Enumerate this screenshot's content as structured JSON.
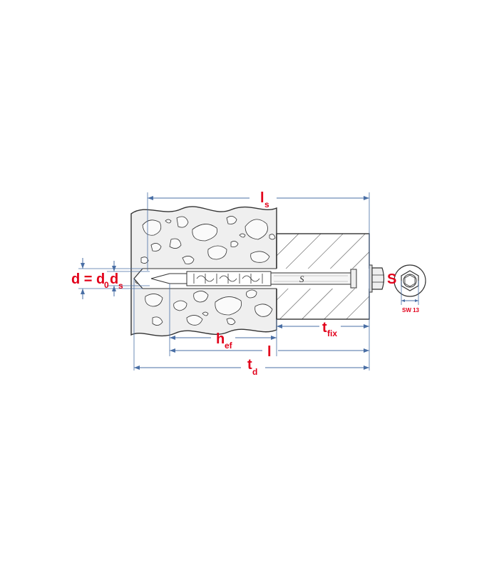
{
  "labels": {
    "ls": {
      "main": "l",
      "sub": "s"
    },
    "hef": {
      "main": "h",
      "sub": "ef"
    },
    "l": {
      "main": "l"
    },
    "td": {
      "main": "t",
      "sub": "d"
    },
    "tfix": {
      "main": "t",
      "sub": "fix"
    },
    "d_eq": {
      "text": "d = d"
    },
    "d0_sub": {
      "sub": "0"
    },
    "ds": {
      "main": "d",
      "sub": "s"
    },
    "S": {
      "main": "S"
    },
    "sw": {
      "text": "SW 13"
    },
    "bolt_mark": {
      "text": "S"
    }
  },
  "colors": {
    "label_red": "#e2001a",
    "dimension_blue": "#4a6fa5",
    "outline": "#333333",
    "base_fill": "#eeeeee"
  },
  "icons": [
    "concrete-base",
    "fixture-hatched",
    "anchor-bolt",
    "hex-nut",
    "hex-head-end-view"
  ]
}
